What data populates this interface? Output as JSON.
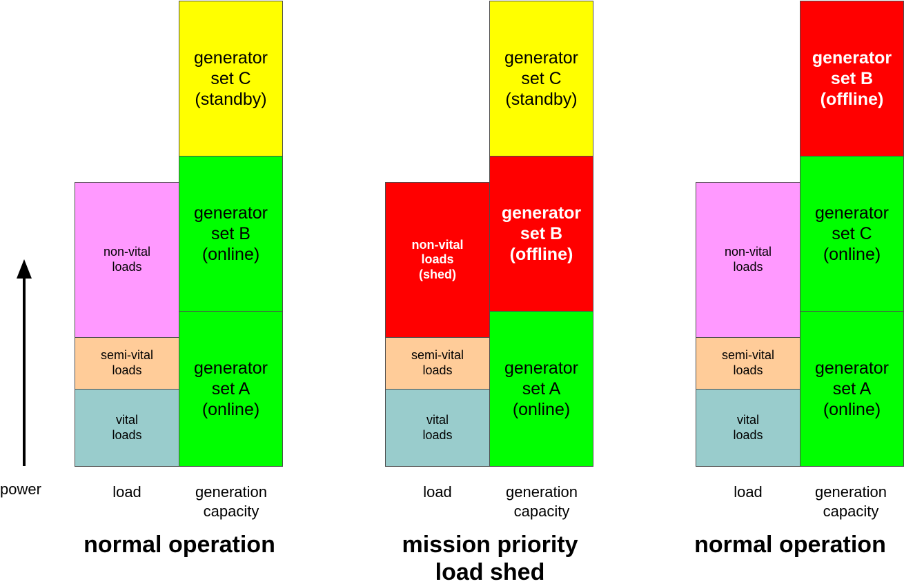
{
  "axis": {
    "label": "power"
  },
  "colors": {
    "vital": "#99cccc",
    "semi_vital": "#ffcc99",
    "non_vital": "#ff99ff",
    "shed": "#ff0000",
    "online": "#00ff00",
    "standby": "#ffff00",
    "offline": "#ff0000",
    "border": "#4d4d4d"
  },
  "panels": [
    {
      "title": "normal operation",
      "load_label": "load",
      "capacity_label": "generation\ncapacity",
      "load_stack": [
        {
          "text": "vital\nloads",
          "color": "#99cccc",
          "bold": false,
          "text_color": "#000000"
        },
        {
          "text": "semi-vital\nloads",
          "color": "#ffcc99",
          "bold": false,
          "text_color": "#000000"
        },
        {
          "text": "non-vital\nloads",
          "color": "#ff99ff",
          "bold": false,
          "text_color": "#000000"
        }
      ],
      "capacity_stack": [
        {
          "text": "generator\nset A\n(online)",
          "color": "#00ff00",
          "bold": false,
          "text_color": "#000000"
        },
        {
          "text": "generator\nset B\n(online)",
          "color": "#00ff00",
          "bold": false,
          "text_color": "#000000"
        },
        {
          "text": "generator\nset C\n(standby)",
          "color": "#ffff00",
          "bold": false,
          "text_color": "#000000"
        }
      ]
    },
    {
      "title": "mission priority\nload shed",
      "load_label": "load",
      "capacity_label": "generation\ncapacity",
      "load_stack": [
        {
          "text": "vital\nloads",
          "color": "#99cccc",
          "bold": false,
          "text_color": "#000000"
        },
        {
          "text": "semi-vital\nloads",
          "color": "#ffcc99",
          "bold": false,
          "text_color": "#000000"
        },
        {
          "text": "non-vital\nloads\n(shed)",
          "color": "#ff0000",
          "bold": true,
          "text_color": "#ffffff"
        }
      ],
      "capacity_stack": [
        {
          "text": "generator\nset A\n(online)",
          "color": "#00ff00",
          "bold": false,
          "text_color": "#000000"
        },
        {
          "text": "generator\nset B\n(offline)",
          "color": "#ff0000",
          "bold": true,
          "text_color": "#ffffff"
        },
        {
          "text": "generator\nset C\n(standby)",
          "color": "#ffff00",
          "bold": false,
          "text_color": "#000000"
        }
      ]
    },
    {
      "title": "normal operation",
      "load_label": "load",
      "capacity_label": "generation\ncapacity",
      "load_stack": [
        {
          "text": "vital\nloads",
          "color": "#99cccc",
          "bold": false,
          "text_color": "#000000"
        },
        {
          "text": "semi-vital\nloads",
          "color": "#ffcc99",
          "bold": false,
          "text_color": "#000000"
        },
        {
          "text": "non-vital\nloads",
          "color": "#ff99ff",
          "bold": false,
          "text_color": "#000000"
        }
      ],
      "capacity_stack": [
        {
          "text": "generator\nset A\n(online)",
          "color": "#00ff00",
          "bold": false,
          "text_color": "#000000"
        },
        {
          "text": "generator\nset C\n(online)",
          "color": "#00ff00",
          "bold": false,
          "text_color": "#000000"
        },
        {
          "text": "generator\nset B\n(offline)",
          "color": "#ff0000",
          "bold": true,
          "text_color": "#ffffff"
        }
      ]
    }
  ]
}
